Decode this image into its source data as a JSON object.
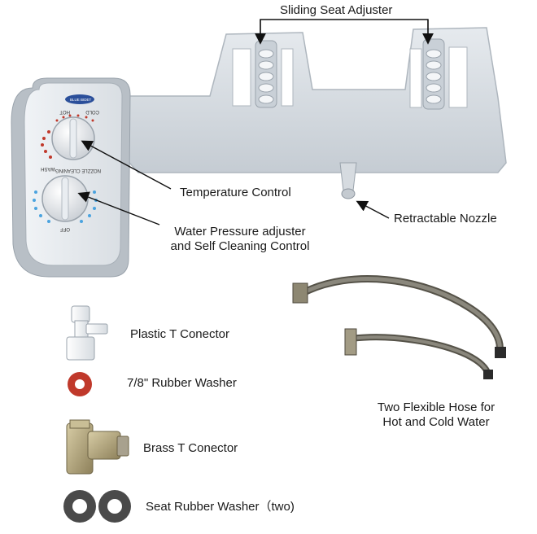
{
  "labels": {
    "sliding_seat_adjuster": "Sliding Seat Adjuster",
    "temperature_control": "Temperature Control",
    "water_pressure_line1": "Water Pressure adjuster",
    "water_pressure_line2": "and Self Cleaning Control",
    "retractable_nozzle": "Retractable Nozzle",
    "plastic_t_connector": "Plastic T Conector",
    "rubber_washer": "7/8\" Rubber Washer",
    "brass_t_connector": "Brass T Conector",
    "seat_rubber_washer": "Seat Rubber Washer（two)",
    "hose_line1": "Two Flexible Hose for",
    "hose_line2": "Hot and Cold Water"
  },
  "panel_text": {
    "hot": "HOT",
    "cold": "COLD",
    "wash": "WASH",
    "nozzle_cleaning": "NOZZLE CLEANING",
    "off": "OFF",
    "brand": "BLUE BIDET"
  },
  "colors": {
    "body_plastic": "#d8dde2",
    "body_shadow": "#b9c0c7",
    "hot_dots": "#c0392b",
    "cold_dots": "#4aa3df",
    "rubber_red": "#c0392b",
    "rubber_grey": "#4a4a4a",
    "brass": "#b7a77a",
    "hose": "#6b6a62"
  }
}
